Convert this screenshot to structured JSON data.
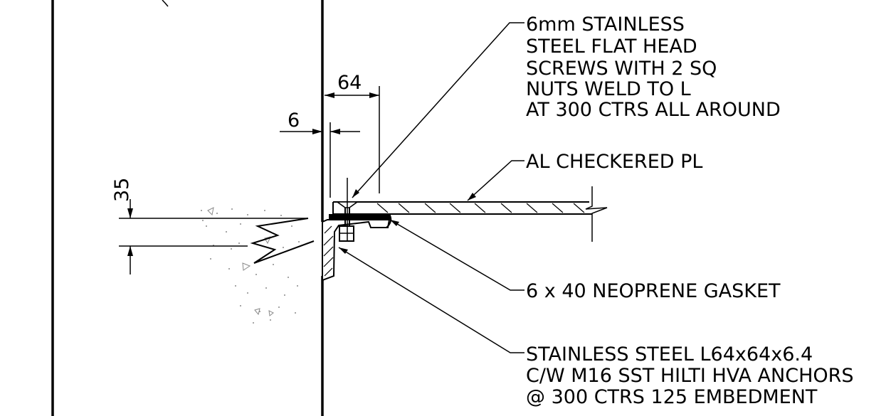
{
  "notes": {
    "screws": [
      "6mm STAINLESS",
      "STEEL FLAT HEAD",
      "SCREWS WITH 2 SQ",
      "NUTS WELD TO L",
      "AT 300 CTRS ALL AROUND"
    ],
    "plate": "AL CHECKERED PL",
    "gasket": "6 x 40 NEOPRENE GASKET",
    "angle": [
      "STAINLESS STEEL L64x64x6.4",
      "C/W M16 SST HILTI HVA ANCHORS",
      "@ 300 CTRS 125 EMBEDMENT"
    ]
  },
  "dimensions": {
    "angle_leg": "64",
    "gasket_offset": "6",
    "recess_depth": "35"
  }
}
